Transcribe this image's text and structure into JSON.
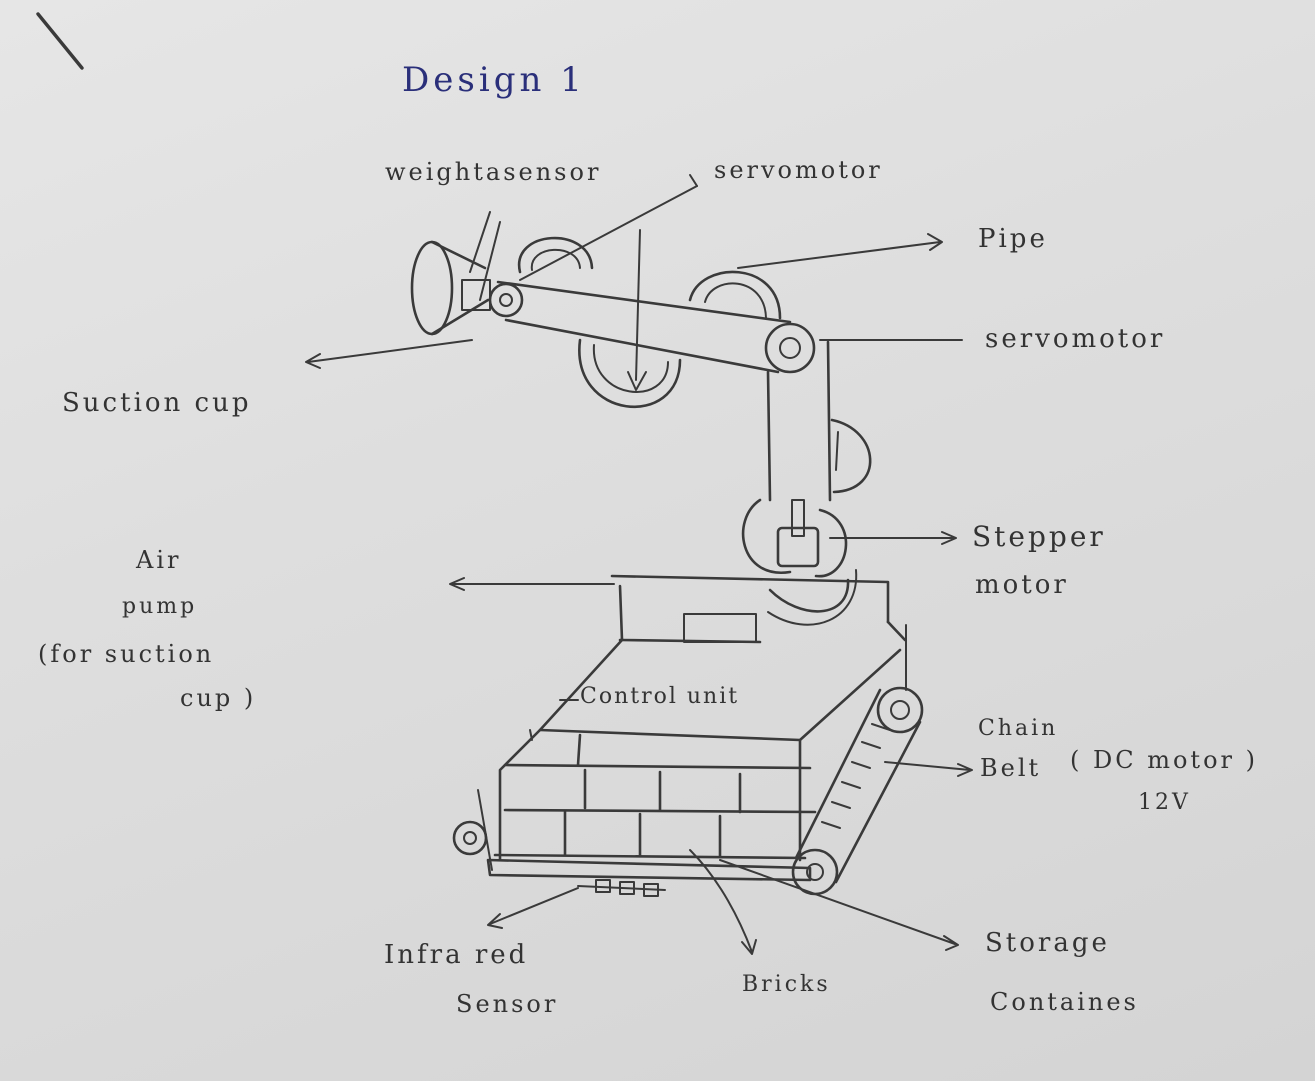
{
  "title": "Design 1",
  "labels": {
    "weight_sensor": "weightasensor",
    "servomotor_top": "servomotor",
    "pipe": "Pipe",
    "servomotor_right": "servomotor",
    "suction_cup": "Suction cup",
    "stepper_motor_1": "Stepper",
    "stepper_motor_2": "motor",
    "air_pump_1": "Air",
    "air_pump_2": "pump",
    "air_pump_3": "(for suction",
    "air_pump_4": "cup )",
    "control_unit": "Control unit",
    "chain_belt_1": "Chain",
    "chain_belt_2": "Belt",
    "dc_motor": "( DC motor )",
    "dc_voltage": "12V",
    "infrared_1": "Infra red",
    "infrared_2": "Sensor",
    "bricks": "Bricks",
    "storage_1": "Storage",
    "storage_2": "Containes"
  },
  "colors": {
    "paper": "#e0e0e0",
    "pencil": "#3a3a3a",
    "title_ink": "#2a2f7a"
  }
}
